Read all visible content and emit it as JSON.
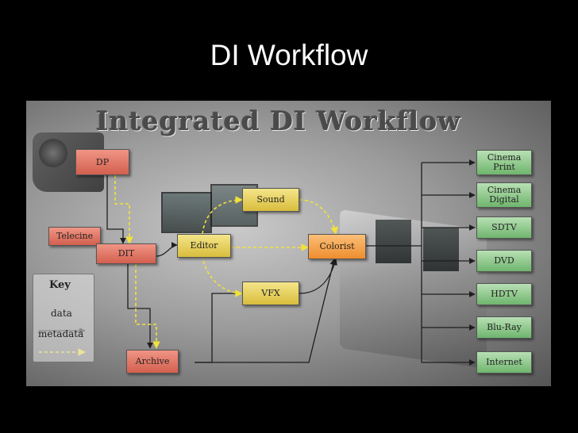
{
  "slide": {
    "title": "DI Workflow"
  },
  "diagram": {
    "title": "Integrated DI Workflow",
    "nodes": {
      "dp": "DP",
      "telecine": "Telecine",
      "dit": "DIT",
      "editor": "Editor",
      "sound": "Sound",
      "vfx": "VFX",
      "colorist": "Colorist",
      "archive": "Archive"
    },
    "outputs": [
      {
        "line1": "Cinema",
        "line2": "Print"
      },
      {
        "line1": "Cinema",
        "line2": "Digital"
      },
      {
        "line1": "SDTV",
        "line2": ""
      },
      {
        "line1": "DVD",
        "line2": ""
      },
      {
        "line1": "HDTV",
        "line2": ""
      },
      {
        "line1": "Blu-Ray",
        "line2": ""
      },
      {
        "line1": "Internet",
        "line2": ""
      }
    ],
    "key": {
      "title": "Key",
      "data_label": "data",
      "metadata_label": "metadata"
    },
    "colors": {
      "data_line": "#1e1e1e",
      "metadata_line": "#f2e23a",
      "production_node": "#e2766a",
      "post_node": "#e9d35a",
      "colorist_node": "#f5a04b",
      "output_node": "#8cc98a"
    }
  }
}
